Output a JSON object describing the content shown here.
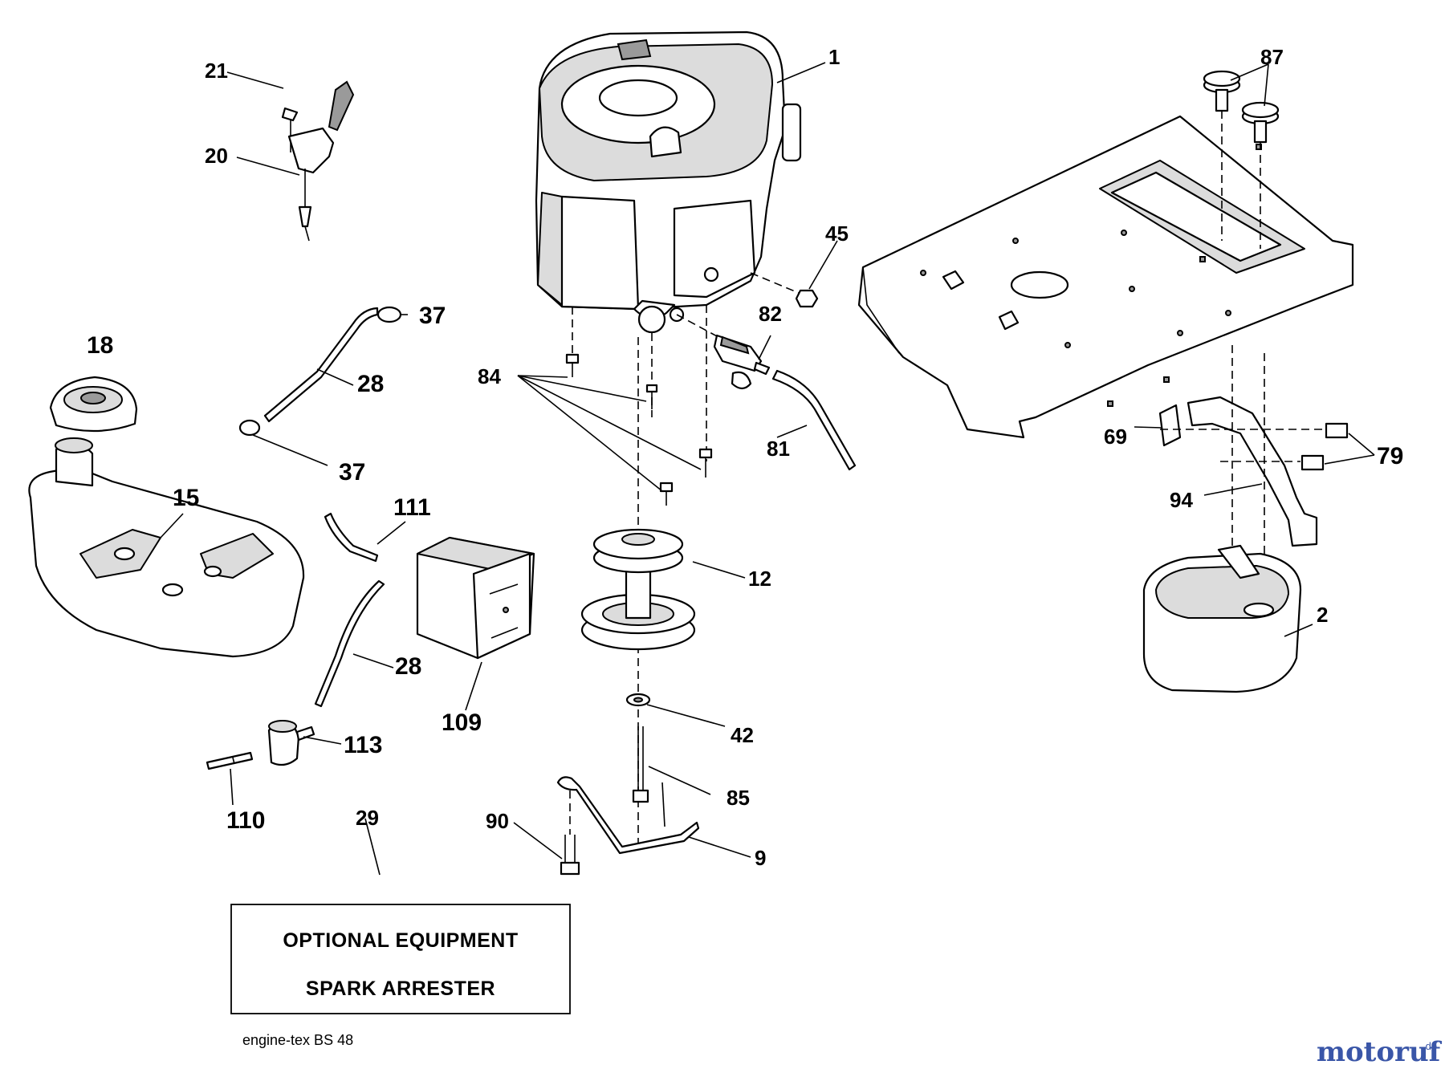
{
  "callouts": {
    "c1": "1",
    "c2": "2",
    "c9": "9",
    "c12": "12",
    "c15": "15",
    "c18": "18",
    "c20": "20",
    "c21": "21",
    "c28a": "28",
    "c28b": "28",
    "c29": "29",
    "c37a": "37",
    "c37b": "37",
    "c42": "42",
    "c45": "45",
    "c69": "69",
    "c79": "79",
    "c81": "81",
    "c82": "82",
    "c84": "84",
    "c85": "85",
    "c87": "87",
    "c90": "90",
    "c94": "94",
    "c109": "109",
    "c110": "110",
    "c111": "111",
    "c113": "113"
  },
  "optional_box": {
    "line1": "OPTIONAL EQUIPMENT",
    "line2": "SPARK ARRESTER"
  },
  "footer_label": "engine-tex  BS  48",
  "watermark": {
    "text": "motoruf",
    "suffix": ".de",
    "color": "#3a56a8",
    "accent": "#e07a1a"
  }
}
